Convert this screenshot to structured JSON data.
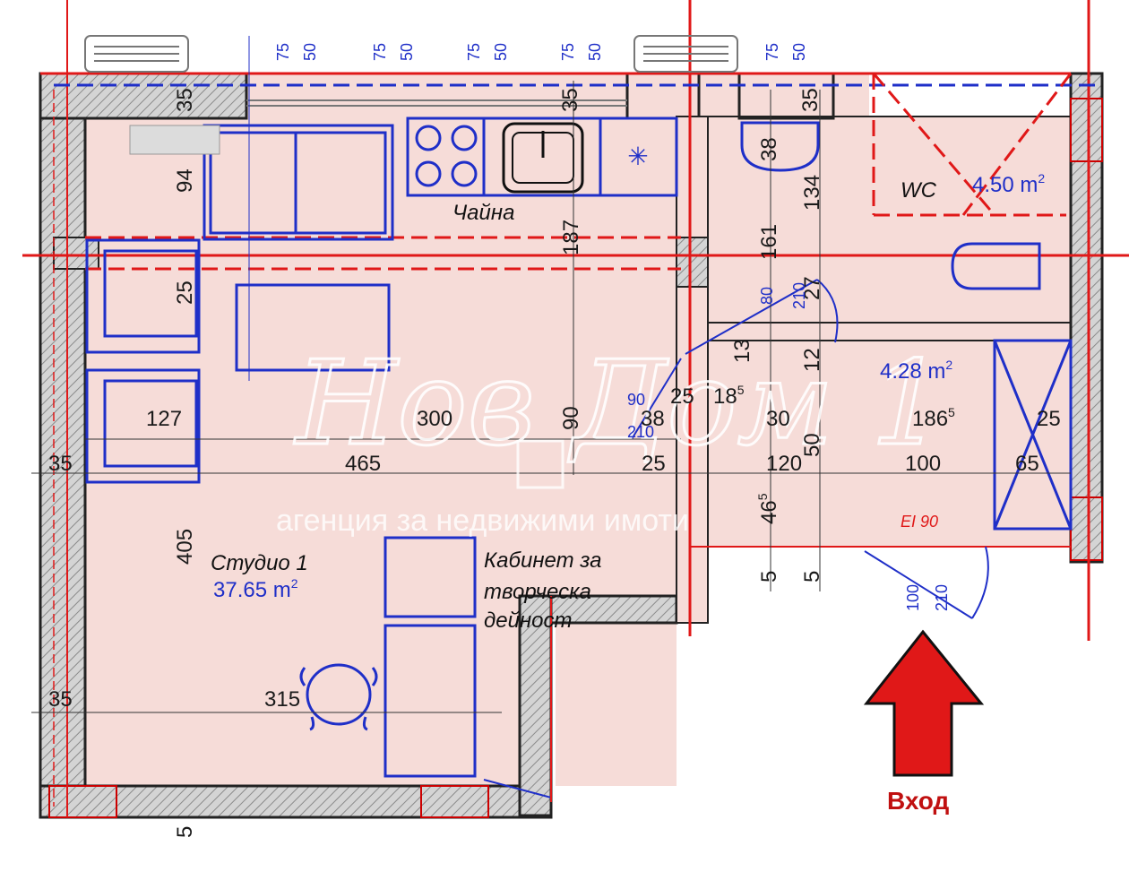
{
  "rooms": {
    "studio": {
      "name": "Студио 1",
      "area": "37.65 m",
      "sup": "2"
    },
    "kitchen": {
      "name": "Чайна"
    },
    "office": {
      "line1": "Кабинет за",
      "line2": "творческа",
      "line3": "дейност"
    },
    "wc": {
      "name": "WC",
      "area": "4.50 m",
      "sup": "2"
    },
    "hall": {
      "area": "4.28 m",
      "sup": "2"
    }
  },
  "door_rating": "EI 90",
  "entrance_label": "Вход",
  "watermark": {
    "brand": "Нов Дом 1",
    "tagline": "агенция за недвижими имоти"
  },
  "dims_top": [
    "75",
    "50",
    "75",
    "50",
    "75",
    "50",
    "75",
    "50",
    "75",
    "50"
  ],
  "dims": {
    "d35_a": "35",
    "d35_b": "35",
    "d35_c": "35",
    "d94": "94",
    "d187": "187",
    "d25_a": "25",
    "d127": "127",
    "d300": "300",
    "d90": "90",
    "d35_left": "35",
    "d465": "465",
    "d405": "405",
    "d315": "315",
    "d35_bottom": "35",
    "d38": "38",
    "d134": "134",
    "d161": "161",
    "d12": "12",
    "d13": "13",
    "d25_b": "25",
    "d18": "18",
    "d18sup": "5",
    "d30": "30",
    "d186": "186",
    "d186sup": "5",
    "d25_c": "25",
    "d38b": "38",
    "d25_d": "25",
    "d120": "120",
    "d100": "100",
    "d65": "65",
    "d46": "46",
    "d46sup": "5",
    "d50": "50",
    "d5_a": "5",
    "d5_b": "5",
    "d5_c": "5",
    "d27": "27"
  },
  "dims_blue": {
    "b90": "90",
    "b210a": "210",
    "b80": "80",
    "b210b": "210",
    "b100": "100",
    "b210c": "210"
  }
}
